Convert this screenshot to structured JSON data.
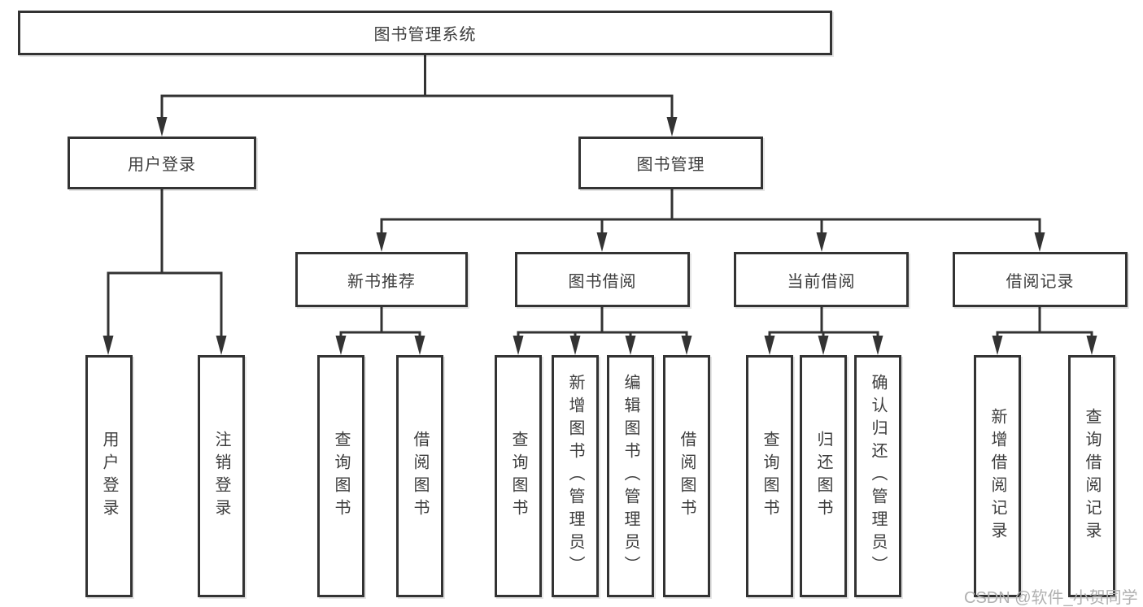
{
  "diagram": {
    "root": {
      "label": "图书管理系统"
    },
    "user_login": {
      "label": "用户登录",
      "children": [
        {
          "label": "用户登录"
        },
        {
          "label": "注销登录"
        }
      ]
    },
    "book_management": {
      "label": "图书管理",
      "sections": [
        {
          "label": "新书推荐",
          "children": [
            {
              "label": "查询图书"
            },
            {
              "label": "借阅图书"
            }
          ]
        },
        {
          "label": "图书借阅",
          "children": [
            {
              "label": "查询图书"
            },
            {
              "label": "新增图书（管理员）"
            },
            {
              "label": "编辑图书（管理员）"
            },
            {
              "label": "借阅图书"
            }
          ]
        },
        {
          "label": "当前借阅",
          "children": [
            {
              "label": "查询图书"
            },
            {
              "label": "归还图书"
            },
            {
              "label": "确认归还（管理员）"
            }
          ]
        },
        {
          "label": "借阅记录",
          "children": [
            {
              "label": "新增借阅记录"
            },
            {
              "label": "查询借阅记录"
            }
          ]
        }
      ]
    }
  },
  "watermark": {
    "text": "CSDN @软件_小贺同学"
  },
  "colors": {
    "line": "#333333",
    "text": "#3d3d3d",
    "background": "#ffffff",
    "watermark": "#b0b0b0"
  }
}
